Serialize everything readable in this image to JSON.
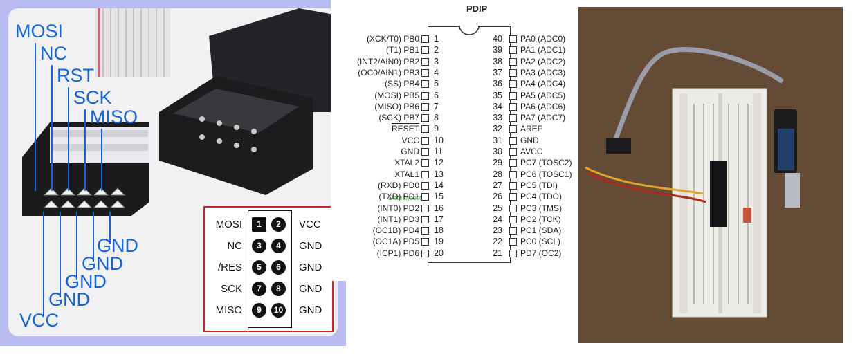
{
  "connector": {
    "wire_labels": [
      "MOSI",
      "NC",
      "RST",
      "SCK",
      "MISO"
    ],
    "bottom_labels": [
      "GND",
      "GND",
      "GND",
      "GND",
      "VCC"
    ]
  },
  "pinout": {
    "rows": [
      {
        "left": "MOSI",
        "a": "1",
        "b": "2",
        "right": "VCC"
      },
      {
        "left": "NC",
        "a": "3",
        "b": "4",
        "right": "GND"
      },
      {
        "left": "/RES",
        "a": "5",
        "b": "6",
        "right": "GND"
      },
      {
        "left": "SCK",
        "a": "7",
        "b": "8",
        "right": "GND"
      },
      {
        "left": "MISO",
        "a": "9",
        "b": "10",
        "right": "GND"
      }
    ]
  },
  "dip": {
    "title": "PDIP",
    "watermark": "DataSheet4U",
    "left_pins": [
      {
        "label": "(XCK/T0)  PB0",
        "num": "1"
      },
      {
        "label": "(T1)  PB1",
        "num": "2"
      },
      {
        "label": "(INT2/AIN0)  PB2",
        "num": "3"
      },
      {
        "label": "(OC0/AIN1)  PB3",
        "num": "4"
      },
      {
        "label": "(SS)  PB4",
        "num": "5"
      },
      {
        "label": "(MOSI)  PB5",
        "num": "6"
      },
      {
        "label": "(MISO)  PB6",
        "num": "7"
      },
      {
        "label": "(SCK)  PB7",
        "num": "8"
      },
      {
        "label": "RESET",
        "num": "9"
      },
      {
        "label": "VCC",
        "num": "10"
      },
      {
        "label": "GND",
        "num": "11"
      },
      {
        "label": "XTAL2",
        "num": "12"
      },
      {
        "label": "XTAL1",
        "num": "13"
      },
      {
        "label": "(RXD)  PD0",
        "num": "14"
      },
      {
        "label": "(TXD)  PD1",
        "num": "15"
      },
      {
        "label": "(INT0)  PD2",
        "num": "16"
      },
      {
        "label": "(INT1)  PD3",
        "num": "17"
      },
      {
        "label": "(OC1B)  PD4",
        "num": "18"
      },
      {
        "label": "(OC1A)  PD5",
        "num": "19"
      },
      {
        "label": "(ICP1)  PD6",
        "num": "20"
      }
    ],
    "right_pins": [
      {
        "label": "PA0  (ADC0)",
        "num": "40"
      },
      {
        "label": "PA1  (ADC1)",
        "num": "39"
      },
      {
        "label": "PA2  (ADC2)",
        "num": "38"
      },
      {
        "label": "PA3  (ADC3)",
        "num": "37"
      },
      {
        "label": "PA4  (ADC4)",
        "num": "36"
      },
      {
        "label": "PA5  (ADC5)",
        "num": "35"
      },
      {
        "label": "PA6  (ADC6)",
        "num": "34"
      },
      {
        "label": "PA7  (ADC7)",
        "num": "33"
      },
      {
        "label": "AREF",
        "num": "32"
      },
      {
        "label": "GND",
        "num": "31"
      },
      {
        "label": "AVCC",
        "num": "30"
      },
      {
        "label": "PC7  (TOSC2)",
        "num": "29"
      },
      {
        "label": "PC6  (TOSC1)",
        "num": "28"
      },
      {
        "label": "PC5  (TDI)",
        "num": "27"
      },
      {
        "label": "PC4  (TDO)",
        "num": "26"
      },
      {
        "label": "PC3  (TMS)",
        "num": "25"
      },
      {
        "label": "PC2  (TCK)",
        "num": "24"
      },
      {
        "label": "PC1  (SDA)",
        "num": "23"
      },
      {
        "label": "PC0  (SCL)",
        "num": "22"
      },
      {
        "label": "PD7  (OC2)",
        "num": "21"
      }
    ]
  },
  "colors": {
    "label_blue": "#1565d8",
    "frame_purple": "#b9bcf1",
    "pinbox_red": "#c62828"
  }
}
